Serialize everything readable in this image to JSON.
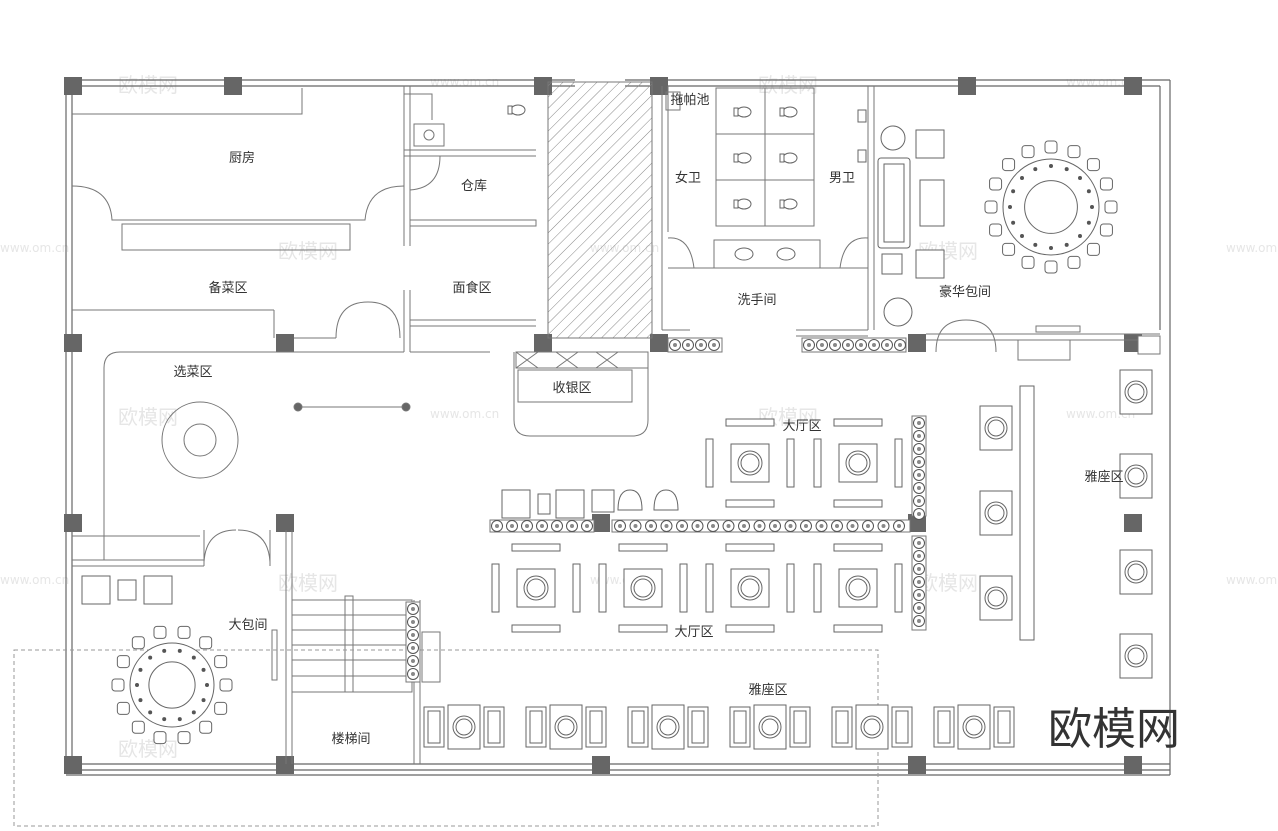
{
  "rooms": {
    "kitchen": "厨房",
    "storage": "仓库",
    "prep_area": "备菜区",
    "noodle_area": "面食区",
    "selection_area": "选菜区",
    "mop_sink": "拖帕池",
    "womens_restroom": "女卫",
    "mens_restroom": "男卫",
    "washroom": "洗手间",
    "luxury_private_room": "豪华包间",
    "cashier": "收银区",
    "hall_top": "大厅区",
    "hall_bottom": "大厅区",
    "booth_right": "雅座区",
    "booth_bottom": "雅座区",
    "large_private_room": "大包间",
    "stairwell": "楼梯间"
  },
  "watermark": {
    "logo_text": "欧模网",
    "faint_text": "欧模网",
    "faint_url": "www.om.cn"
  },
  "colors": {
    "wall": "#555555",
    "column": "#666666",
    "line": "#777777",
    "hatch": "#888888"
  }
}
